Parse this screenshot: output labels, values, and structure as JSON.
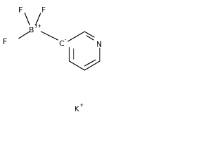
{
  "molecule": {
    "atoms": {
      "f_top_left": "F",
      "f_top_right": "F",
      "f_left": "F",
      "boron": "B",
      "boron_charge": "3+",
      "carbanion": "C",
      "carbanion_charge": "-",
      "nitrogen": "N",
      "potassium": "K",
      "potassium_charge": "+"
    }
  }
}
